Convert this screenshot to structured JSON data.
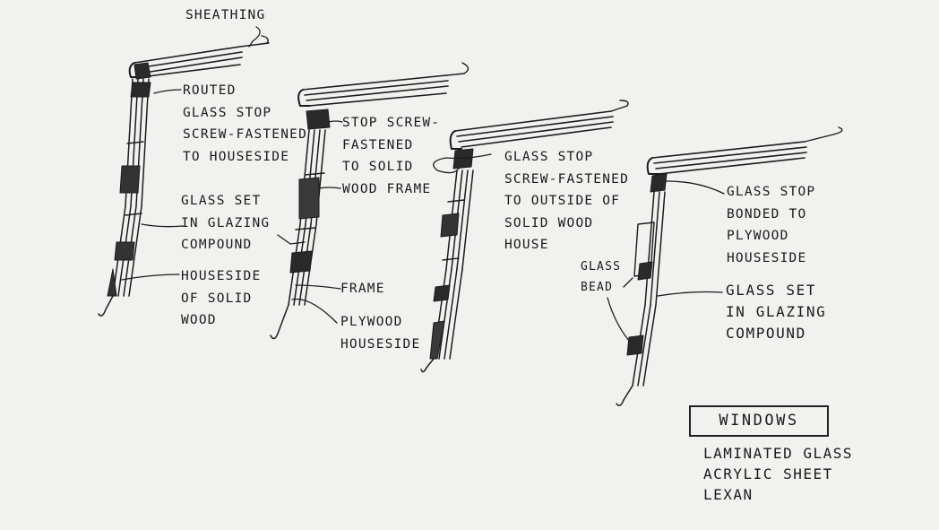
{
  "labels": {
    "sheathing": "SHEATHING",
    "routed_stop": "ROUTED\nGLASS STOP\nSCREW-FASTENED\nTO HOUSESIDE",
    "glass_set_1": "GLASS SET\nIN GLAZING\nCOMPOUND",
    "houseside_solid": "HOUSESIDE\nOF SOLID\nWOOD",
    "stop_screw": "STOP SCREW-\nFASTENED\nTO SOLID\nWOOD FRAME",
    "frame": "FRAME",
    "plywood_houseside": "PLYWOOD\nHOUSESIDE",
    "glass_stop_outside": "GLASS STOP\nSCREW-FASTENED\nTO OUTSIDE OF\nSOLID WOOD\nHOUSE",
    "glass_stop_bonded": "GLASS STOP\nBONDED TO\nPLYWOOD\nHOUSESIDE",
    "glass_bead": "GLASS\nBEAD",
    "glass_set_2": "GLASS SET\nIN GLAZING\nCOMPOUND"
  },
  "legend": {
    "title": "WINDOWS",
    "items": [
      "LAMINATED GLASS",
      "ACRYLIC SHEET",
      "LEXAN"
    ]
  }
}
